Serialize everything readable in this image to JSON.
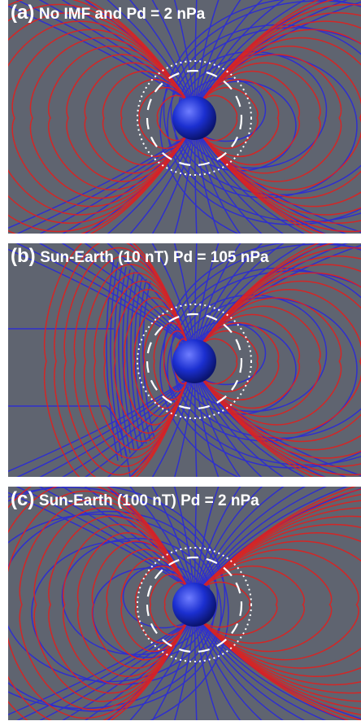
{
  "panels": [
    {
      "letter": "(a)",
      "title": "No IMF and Pd = 2 nPa",
      "field_shape": "symmetric"
    },
    {
      "letter": "(b)",
      "title": "Sun-Earth (10 nT)  Pd = 105 nPa",
      "field_shape": "compressed"
    },
    {
      "letter": "(c)",
      "title": "Sun-Earth (100 nT)  Pd = 2 nPa",
      "field_shape": "open"
    }
  ],
  "colors": {
    "background": "#5f6470",
    "red_field_lines": "#e0201e",
    "blue_field_lines": "#2a2ad8",
    "planet": "#1b2fd0",
    "circles": "#ffffff"
  }
}
